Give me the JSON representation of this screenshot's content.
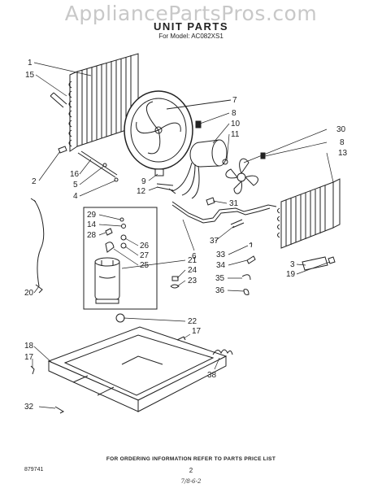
{
  "header": {
    "watermark": "AppliancePartsPros.com",
    "title": "UNIT PARTS",
    "model_line": "For Model: AC082XS1"
  },
  "callouts": {
    "c1": "1",
    "c15": "15",
    "c7": "7",
    "c8a": "8",
    "c10": "10",
    "c11": "11",
    "c30": "30",
    "c8b": "8",
    "c13": "13",
    "c2": "2",
    "c16": "16",
    "c5": "5",
    "c4": "4",
    "c9": "9",
    "c12": "12",
    "c31": "31",
    "c29": "29",
    "c14": "14",
    "c28": "28",
    "c26": "26",
    "c27": "27",
    "c25": "25",
    "c6": "6",
    "c37": "37",
    "c33": "33",
    "c34": "34",
    "c3": "3",
    "c19": "19",
    "c21": "21",
    "c24": "24",
    "c23": "23",
    "c35": "35",
    "c36": "36",
    "c20": "20",
    "c22": "22",
    "c18": "18",
    "c17a": "17",
    "c17b": "17",
    "c38": "38",
    "c32": "32"
  },
  "footer": {
    "note": "FOR ORDERING INFORMATION REFER TO PARTS PRICE LIST",
    "doc_code": "879741",
    "page_number": "2",
    "handwritten": "7/8-6-2"
  }
}
